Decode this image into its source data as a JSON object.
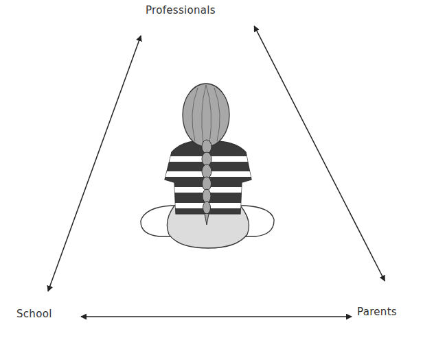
{
  "diagram": {
    "nodes": [
      {
        "text": [
          "Professionals"
        ]
      },
      {
        "text": [
          "School"
        ]
      },
      {
        "text": [
          "Parents"
        ]
      }
    ],
    "edges": [
      {
        "from": 0,
        "to": 1,
        "arrow": "both"
      },
      {
        "from": 0,
        "to": 2,
        "arrow": "both"
      },
      {
        "from": 1,
        "to": 2,
        "arrow": "both"
      }
    ]
  }
}
